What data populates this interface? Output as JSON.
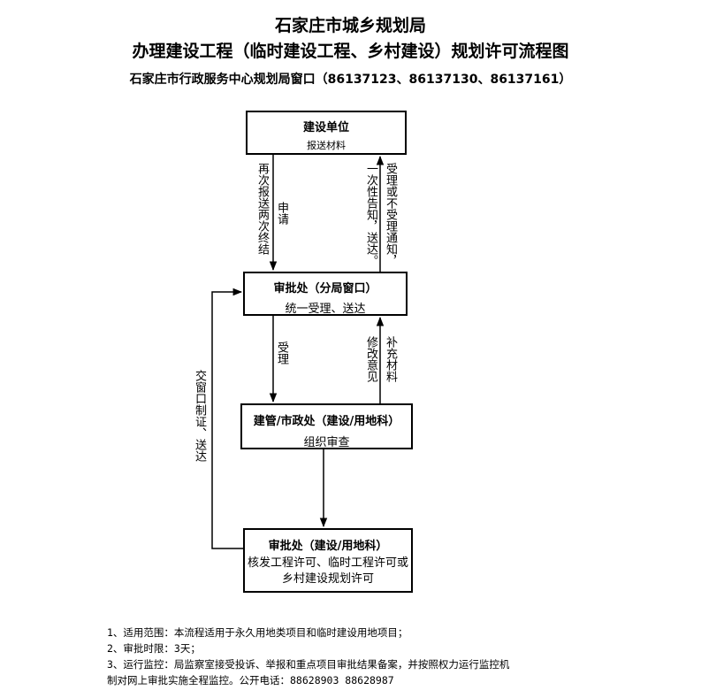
{
  "header": {
    "title_line1": "石家庄市城乡规划局",
    "title_line2": "办理建设工程（临时建设工程、乡村建设）规划许可流程图",
    "subtitle": "石家庄市行政服务中心规划局窗口（86137123、86137130、86137161）"
  },
  "nodes": {
    "applicant": {
      "title": "建设单位",
      "sub": "报送材料"
    },
    "window": {
      "title": "审批处（分局窗口）",
      "sub": "统一受理、送达"
    },
    "review": {
      "title": "建管/市政处（建设/用地科）",
      "sub": "组织审查"
    },
    "approval": {
      "title": "审批处（建设/用地科）",
      "sub": "核发工程许可、临时工程许可或乡村建设规划许可"
    }
  },
  "edges": {
    "resubmit": "再次报送两次终结",
    "apply": "申请",
    "notify": "受理或不受理通知，",
    "inform": "一次性告知，送达。",
    "accept": "受理",
    "supplement": "补充材料",
    "revise": "修改意见",
    "to_window": "交窗口制证、送达"
  },
  "notes": {
    "line1": "1、适用范围：本流程适用于永久用地类项目和临时建设用地项目；",
    "line2": "2、审批时限：3天；",
    "line3": "3、运行监控：局监察室接受投诉、举报和重点项目审批结果备案，并按照权力运行监控机",
    "line4": "制对网上审批实施全程监控。公开电话：88628903 88628987"
  }
}
